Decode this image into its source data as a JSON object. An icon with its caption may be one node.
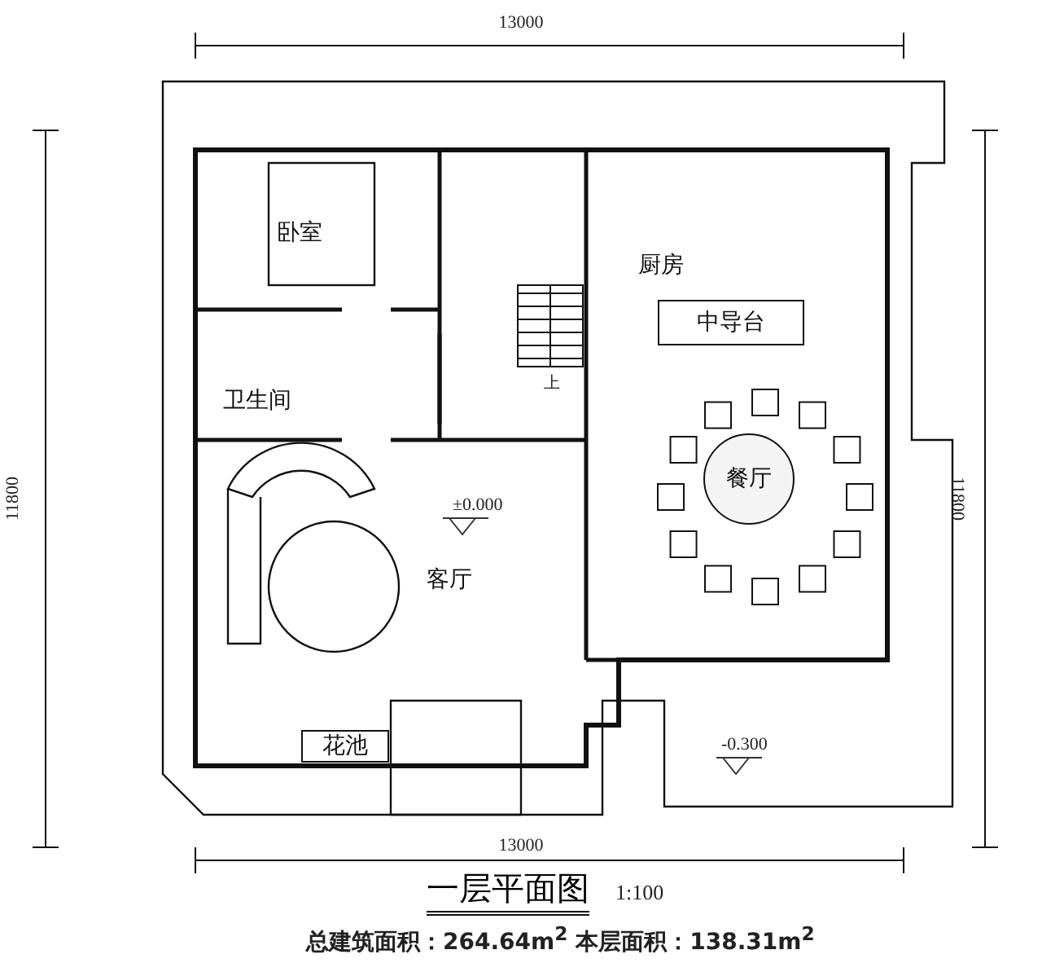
{
  "diagram": {
    "title": "一层平面图",
    "nodes": [
      {
        "text": [
          "卧室"
        ]
      },
      {
        "text": [
          "卫生间"
        ]
      },
      {
        "text": [
          "厨房"
        ]
      },
      {
        "text": [
          "中导台"
        ],
        "in": 2
      },
      {
        "text": [
          "餐厅"
        ],
        "in": 2
      },
      {
        "text": [
          "客厅"
        ]
      },
      {
        "text": [
          "花池"
        ]
      }
    ],
    "edges": [],
    "labels": [
      "13000",
      "11800",
      "11800",
      "上",
      "±0.000",
      "-0.300",
      "13000",
      "1:100",
      "总建筑面积：264.64m$^{2}$ 本层面积：138.31m$^{2}$"
    ]
  }
}
